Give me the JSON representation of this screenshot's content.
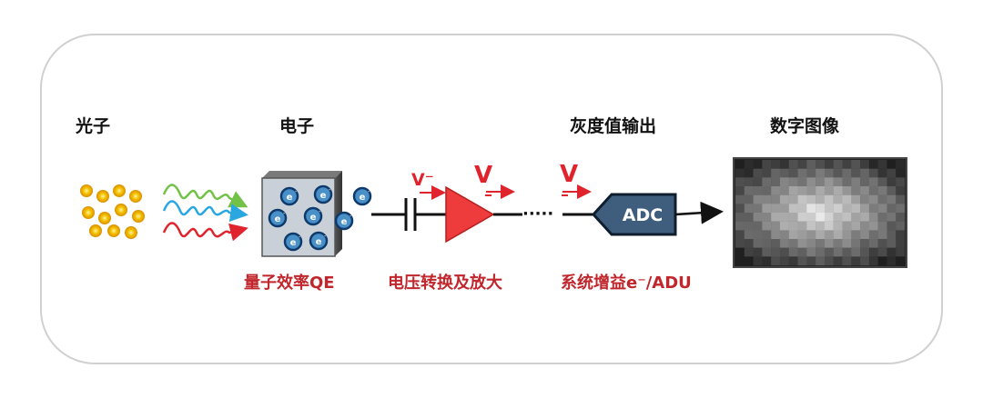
{
  "headings": {
    "photon": "光子",
    "electron": "电子",
    "grayscale_output": "灰度值输出",
    "digital_image": "数字图像"
  },
  "captions": {
    "quantum_efficiency": "量子效率QE",
    "voltage_amplify": "电压转换及放大",
    "system_gain": "系统增益e⁻/ADU"
  },
  "labels": {
    "electron_symbol": "e⁻",
    "capacitor_voltage": "V⁻",
    "amplifier_voltage": "V",
    "output_voltage": "V",
    "dots": "·····",
    "adc": "ADC"
  },
  "colors": {
    "photon": "#f2b300",
    "wave_green": "#72c248",
    "wave_blue": "#2aa7e0",
    "wave_red": "#e0242e",
    "sensor_face": "#c9d0d8",
    "electron_fill": "#4a90c8",
    "amplifier": "#ee3b3b",
    "adc_fill": "#3f5d7c",
    "caption_red": "#c0262c",
    "arrow_red": "#e0242e"
  }
}
